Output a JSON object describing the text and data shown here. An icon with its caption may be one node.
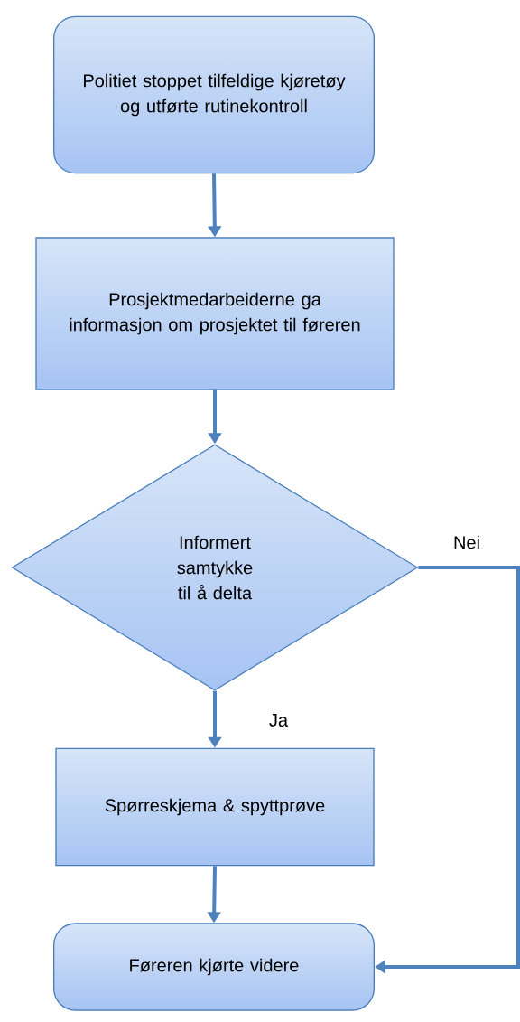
{
  "diagram": {
    "nodes": [
      {
        "text": [
          "Politiet stoppet tilfeldige kjøretøy og utførte rutinekontroll"
        ]
      },
      {
        "text": [
          "Prosjektmedarbeiderne ga informasjon om prosjektet til føreren"
        ]
      },
      {
        "text": [
          "Informert samtykke til å delta"
        ]
      },
      {
        "text": [
          "Spørreskjema & spyttprøve"
        ]
      },
      {
        "text": [
          "Føreren kjørte videre"
        ]
      }
    ],
    "edges": [
      {
        "from": 0,
        "to": 1,
        "arrow": "to"
      },
      {
        "from": 1,
        "to": 2,
        "arrow": "to"
      },
      {
        "from": 2,
        "to": 3,
        "arrow": "to",
        "label": "Ja"
      },
      {
        "from": 2,
        "to": 4,
        "arrow": "to",
        "label": "Nei"
      },
      {
        "from": 3,
        "to": 4,
        "arrow": "to"
      }
    ]
  }
}
